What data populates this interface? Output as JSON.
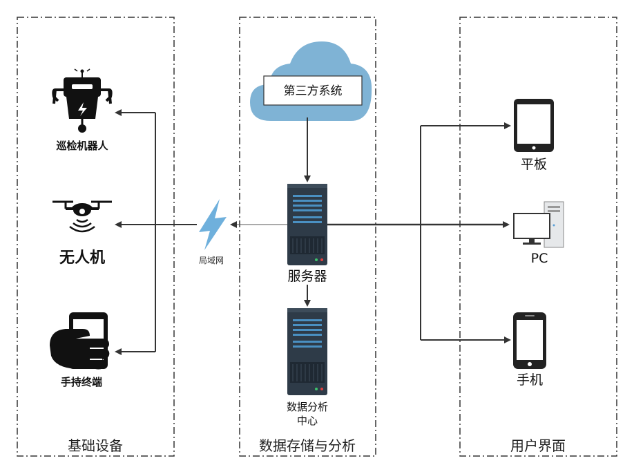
{
  "zones": {
    "left": "基础设备",
    "middle": "数据存储与分析",
    "right": "用户界面"
  },
  "devices": {
    "robot": "巡检机器人",
    "drone": "无人机",
    "handheld": "手持终端"
  },
  "network": {
    "lan": "局域网"
  },
  "middle": {
    "third_party": "第三方系统",
    "server": "服务器",
    "analysis_line1": "数据分析",
    "analysis_line2": "中心"
  },
  "clients": {
    "tablet": "平板",
    "pc": "PC",
    "phone": "手机"
  },
  "colors": {
    "cloud": "#7fb3d5",
    "lightning": "#6fb0dc",
    "server_body": "#2e3b48",
    "server_stripe": "#4a90c2",
    "line": "#333333"
  }
}
